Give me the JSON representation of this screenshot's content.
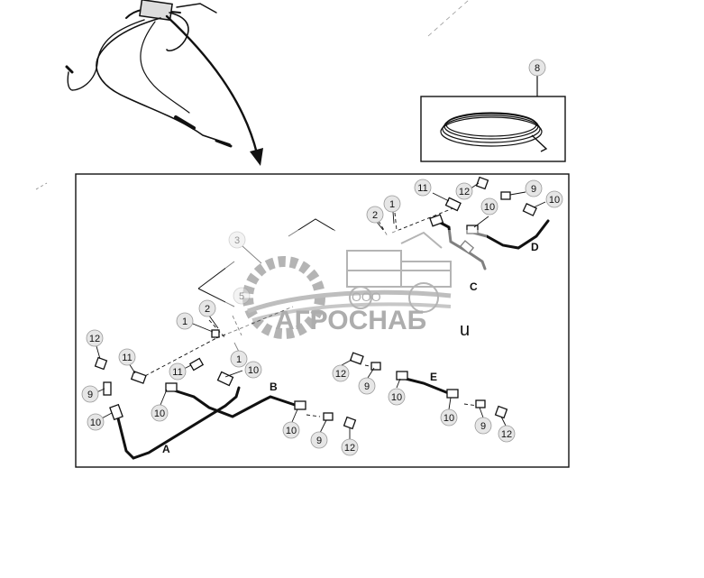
{
  "watermark": {
    "company_prefix": "ООО",
    "company_name": "АГРОСНАБ",
    "stray_letter": "u"
  },
  "part_callouts": [
    {
      "id": "c8",
      "label": "8"
    },
    {
      "id": "c11a",
      "label": "11"
    },
    {
      "id": "c12a",
      "label": "12"
    },
    {
      "id": "c9a",
      "label": "9"
    },
    {
      "id": "c10a",
      "label": "10"
    },
    {
      "id": "c1a",
      "label": "1"
    },
    {
      "id": "c2a",
      "label": "2"
    },
    {
      "id": "c10b",
      "label": "10"
    },
    {
      "id": "c3",
      "label": "3"
    },
    {
      "id": "c5",
      "label": "5"
    },
    {
      "id": "c1b",
      "label": "1"
    },
    {
      "id": "c2b",
      "label": "2"
    },
    {
      "id": "c1c",
      "label": "1"
    },
    {
      "id": "c12b",
      "label": "12"
    },
    {
      "id": "c11b",
      "label": "11"
    },
    {
      "id": "c11c",
      "label": "11"
    },
    {
      "id": "c10c",
      "label": "10"
    },
    {
      "id": "c9b",
      "label": "9"
    },
    {
      "id": "c10d",
      "label": "10"
    },
    {
      "id": "c10e",
      "label": "10"
    },
    {
      "id": "c10f",
      "label": "10"
    },
    {
      "id": "c9c",
      "label": "9"
    },
    {
      "id": "c12c",
      "label": "12"
    },
    {
      "id": "c12d",
      "label": "12"
    },
    {
      "id": "c9d",
      "label": "9"
    },
    {
      "id": "c10g",
      "label": "10"
    },
    {
      "id": "c10h",
      "label": "10"
    },
    {
      "id": "c9e",
      "label": "9"
    },
    {
      "id": "c12e",
      "label": "12"
    }
  ],
  "line_labels": [
    {
      "id": "A",
      "label": "A"
    },
    {
      "id": "B",
      "label": "B"
    },
    {
      "id": "C",
      "label": "C"
    },
    {
      "id": "D",
      "label": "D"
    },
    {
      "id": "E",
      "label": "E"
    }
  ]
}
